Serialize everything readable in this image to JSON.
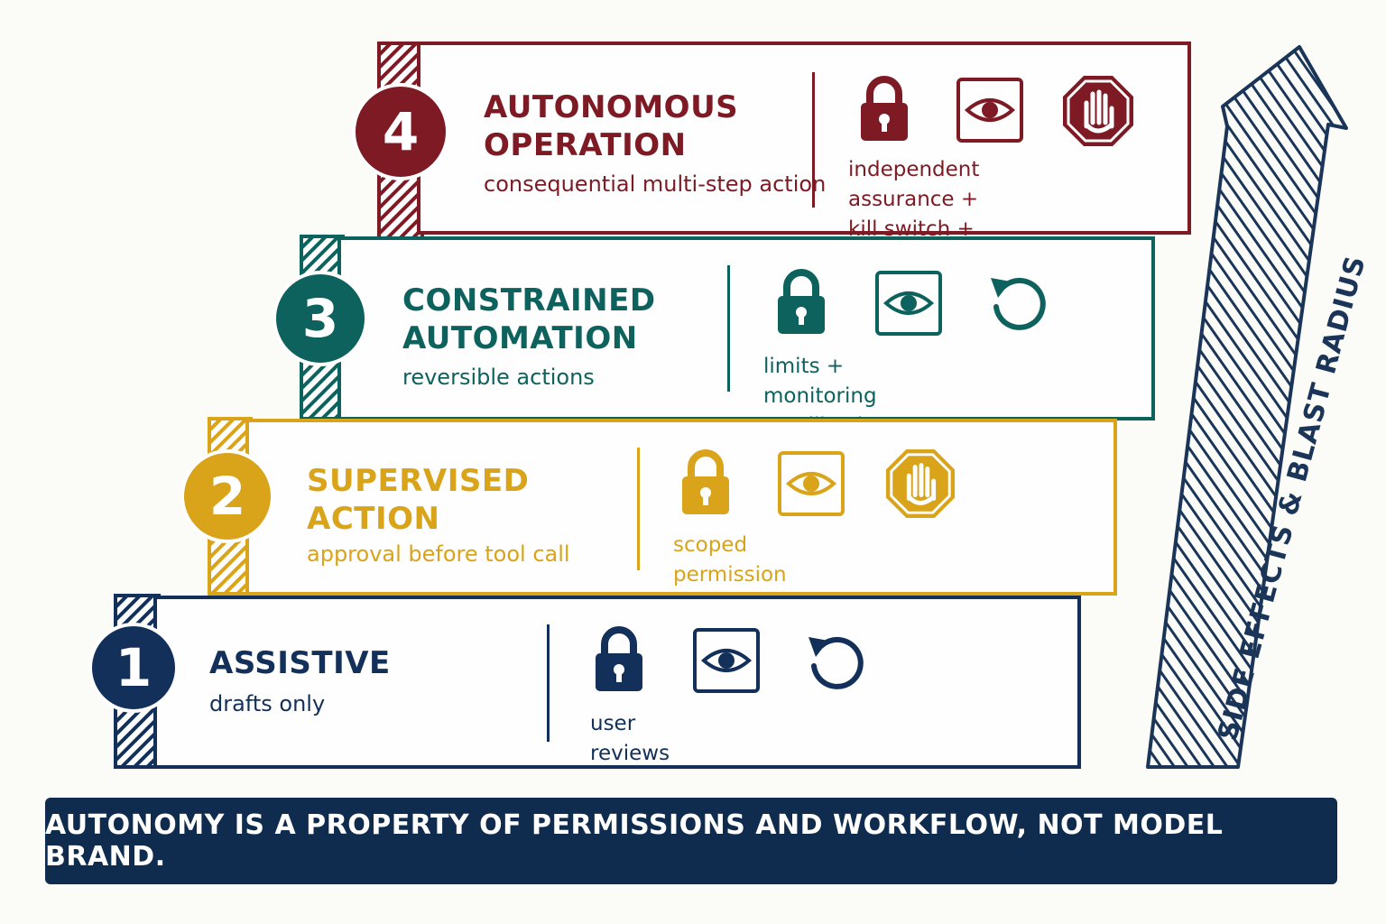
{
  "colors": {
    "navy": "#12305a",
    "gold": "#d9a31a",
    "teal": "#0e625e",
    "maroon": "#7e1a24",
    "footer_bg": "#0f2b4d"
  },
  "levels": [
    {
      "number": "1",
      "title": "ASSISTIVE",
      "subtitle": "drafts only",
      "icons": [
        "lock-icon",
        "eye-icon",
        "rollback-icon"
      ],
      "controls": "user reviews"
    },
    {
      "number": "2",
      "title": "SUPERVISED\nACTION",
      "subtitle": "approval before tool call",
      "icons": [
        "lock-icon",
        "eye-icon",
        "stop-hand-icon"
      ],
      "controls": "scoped permission + preview"
    },
    {
      "number": "3",
      "title": "CONSTRAINED\nAUTOMATION",
      "subtitle": "reversible actions",
      "icons": [
        "lock-icon",
        "eye-icon",
        "rollback-icon"
      ],
      "controls": "limits + monitoring + rollback"
    },
    {
      "number": "4",
      "title": "AUTONOMOUS\nOPERATION",
      "subtitle": "consequential multi-step action",
      "icons": [
        "lock-icon",
        "eye-icon",
        "stop-hand-icon"
      ],
      "controls": "independent assurance +\nkill switch + incident owner"
    }
  ],
  "arrow_label": "SIDE EFFECTS & BLAST RADIUS",
  "footer": "AUTONOMY IS A PROPERTY OF PERMISSIONS AND WORKFLOW, NOT MODEL BRAND."
}
